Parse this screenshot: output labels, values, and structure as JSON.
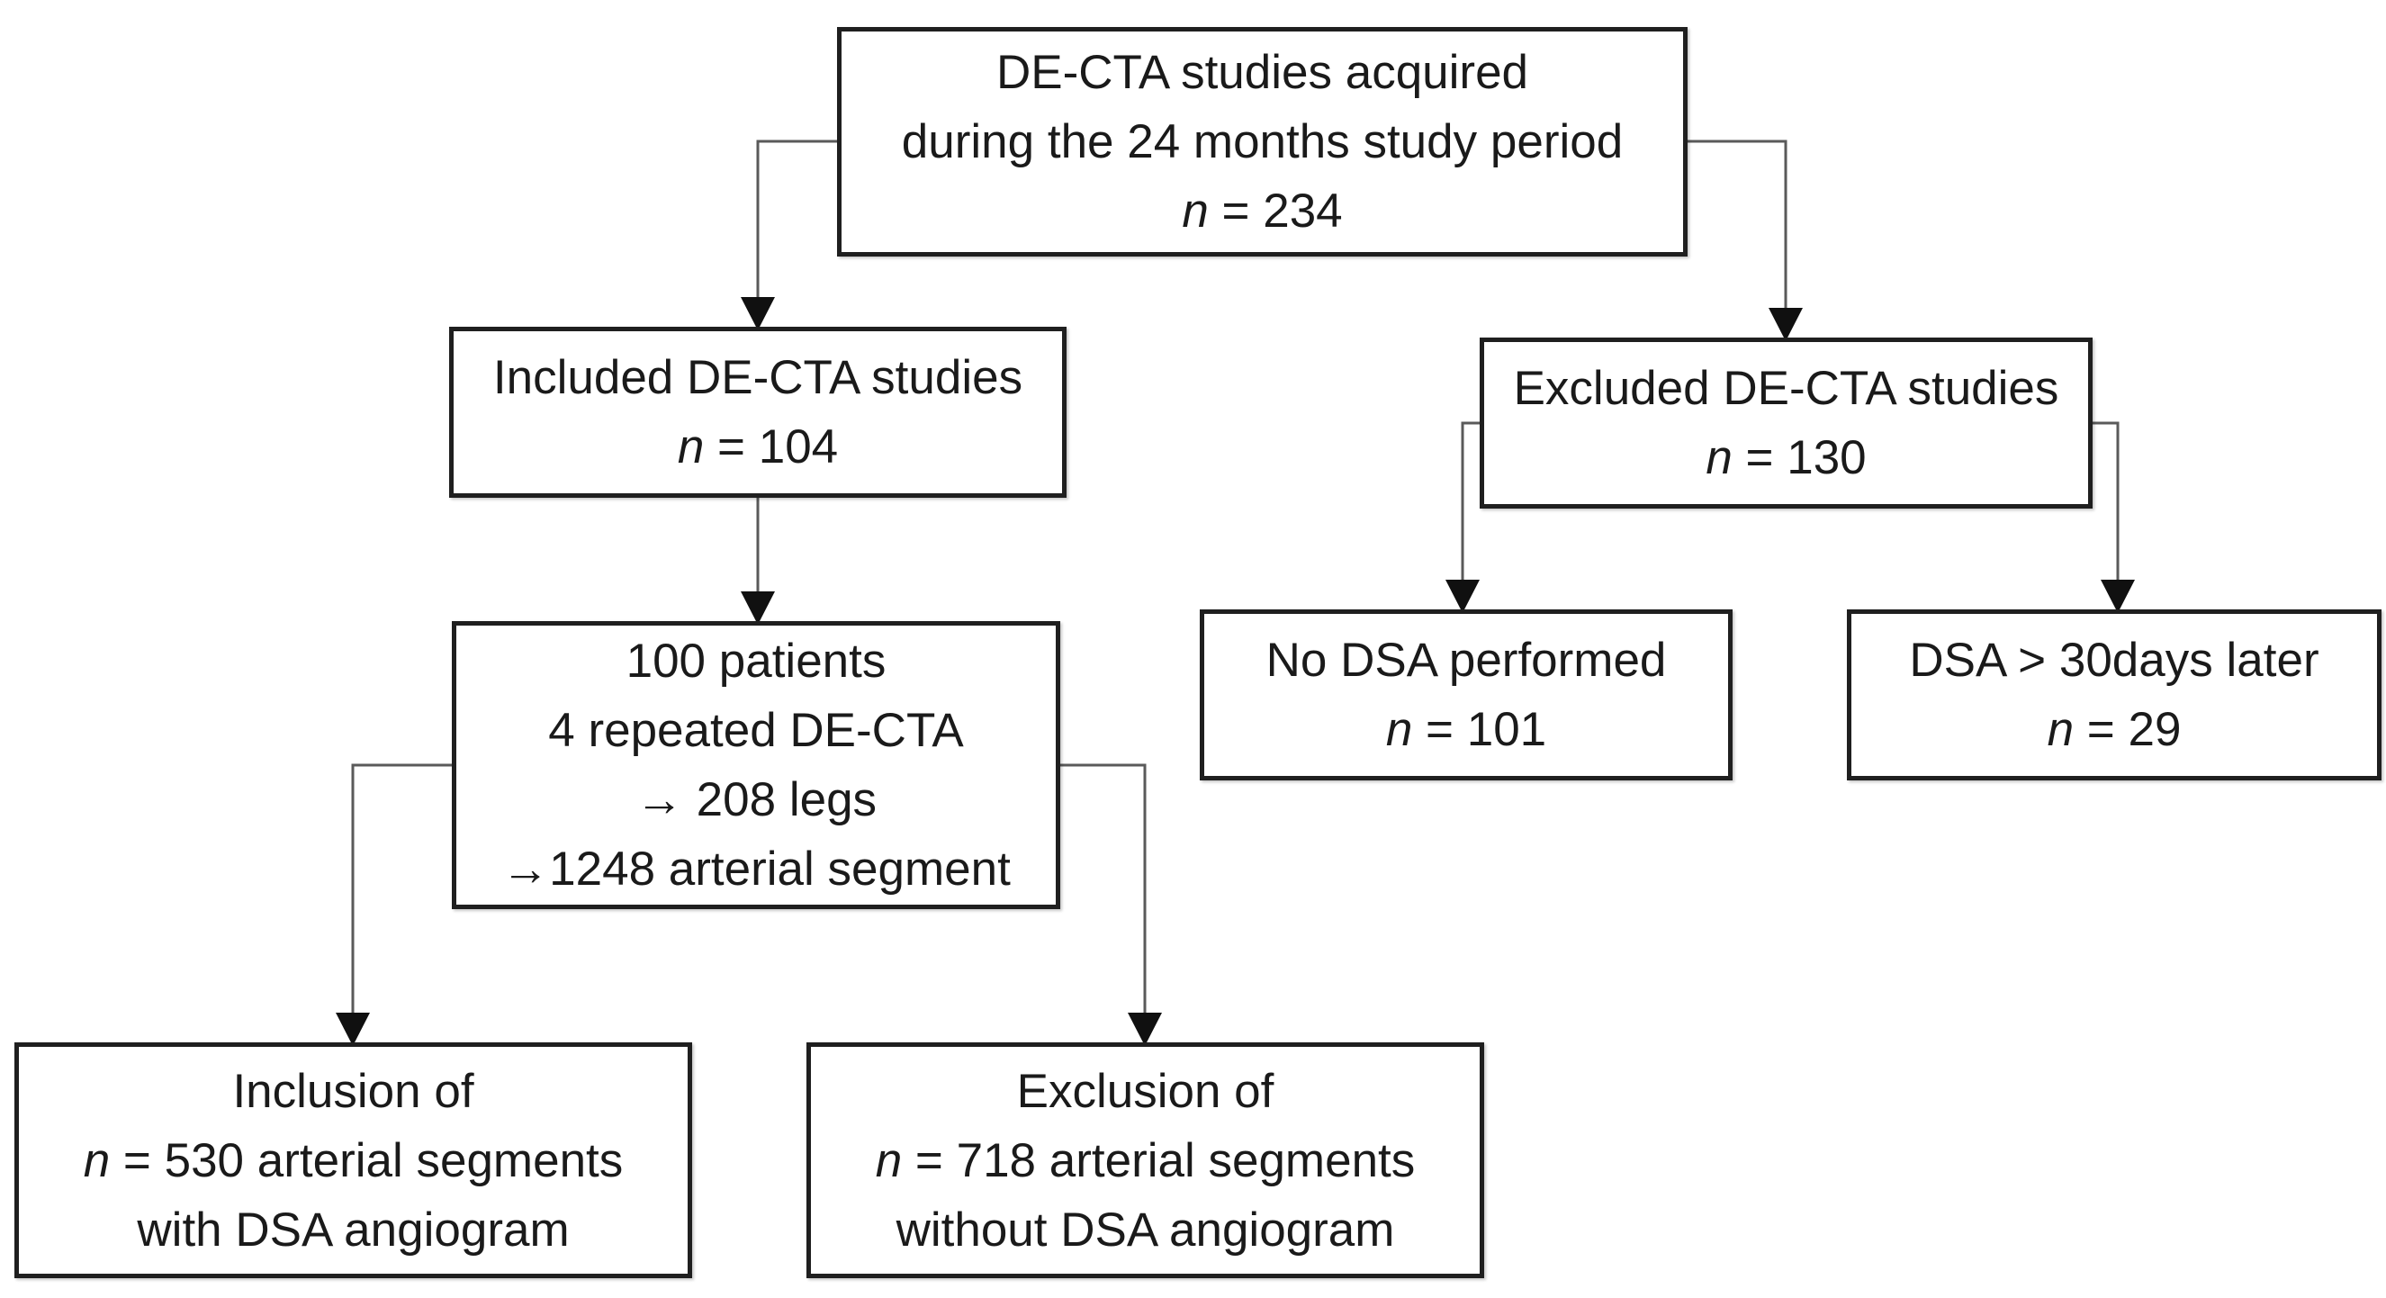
{
  "diagram": {
    "background_color": "#ffffff",
    "text_color": "#1a1a1a",
    "border_color": "#1f1f1f",
    "connector_color": "#5a5a5a",
    "arrow_color": "#101010",
    "boxes": {
      "acquired": {
        "lines": [
          "DE-CTA studies acquired",
          "during the 24 months study period",
          "n = 234"
        ]
      },
      "included": {
        "lines": [
          "Included DE-CTA studies",
          "n = 104"
        ]
      },
      "excluded": {
        "lines": [
          "Excluded DE-CTA studies",
          "n = 130"
        ]
      },
      "patients": {
        "lines": [
          "100 patients",
          "4 repeated DE-CTA",
          "→ 208 legs",
          "→1248 arterial segment"
        ]
      },
      "no_dsa": {
        "lines": [
          "No DSA performed",
          "n = 101"
        ]
      },
      "dsa_late": {
        "lines": [
          "DSA > 30days later",
          "n = 29"
        ]
      },
      "inclusion": {
        "lines": [
          "Inclusion of",
          "n = 530 arterial segments",
          "with DSA angiogram"
        ]
      },
      "exclusion": {
        "lines": [
          "Exclusion of",
          "n = 718 arterial segments",
          "without DSA angiogram"
        ]
      }
    },
    "edges": [
      {
        "from": "acquired",
        "to": "included"
      },
      {
        "from": "acquired",
        "to": "excluded"
      },
      {
        "from": "included",
        "to": "patients"
      },
      {
        "from": "excluded",
        "to": "no_dsa"
      },
      {
        "from": "excluded",
        "to": "dsa_late"
      },
      {
        "from": "patients",
        "to": "inclusion"
      },
      {
        "from": "patients",
        "to": "exclusion"
      }
    ]
  }
}
